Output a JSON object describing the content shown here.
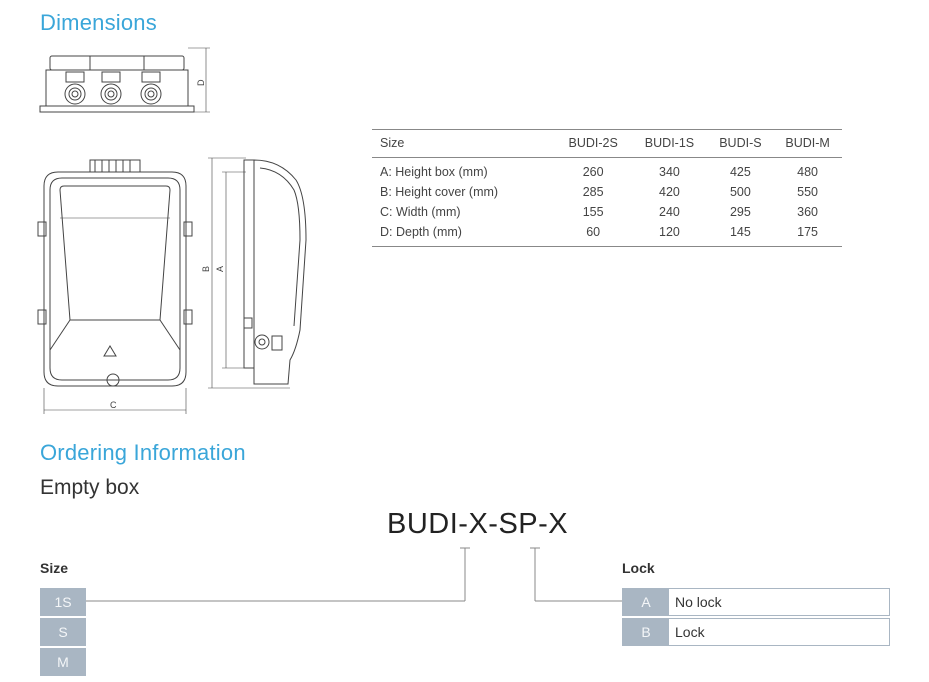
{
  "headings": {
    "dimensions": "Dimensions",
    "ordering": "Ordering Information",
    "subheading": "Empty box"
  },
  "drawing_labels": {
    "d": "D",
    "a": "A",
    "b": "B",
    "c": "C"
  },
  "size_table": {
    "header": [
      "Size",
      "BUDI-2S",
      "BUDI-1S",
      "BUDI-S",
      "BUDI-M"
    ],
    "rows": [
      [
        "A: Height box (mm)",
        "260",
        "340",
        "425",
        "480"
      ],
      [
        "B: Height cover (mm)",
        "285",
        "420",
        "500",
        "550"
      ],
      [
        "C: Width (mm)",
        "155",
        "240",
        "295",
        "360"
      ],
      [
        "D: Depth (mm)",
        "60",
        "120",
        "145",
        "175"
      ]
    ]
  },
  "order_code": "BUDI-X-SP-X",
  "size_group": {
    "title": "Size",
    "options": [
      "1S",
      "S",
      "M"
    ]
  },
  "lock_group": {
    "title": "Lock",
    "options": [
      {
        "code": "A",
        "desc": "No lock"
      },
      {
        "code": "B",
        "desc": "Lock"
      }
    ]
  },
  "colors": {
    "accent": "#3aa6d9",
    "option_fill": "#a9b6c3"
  }
}
